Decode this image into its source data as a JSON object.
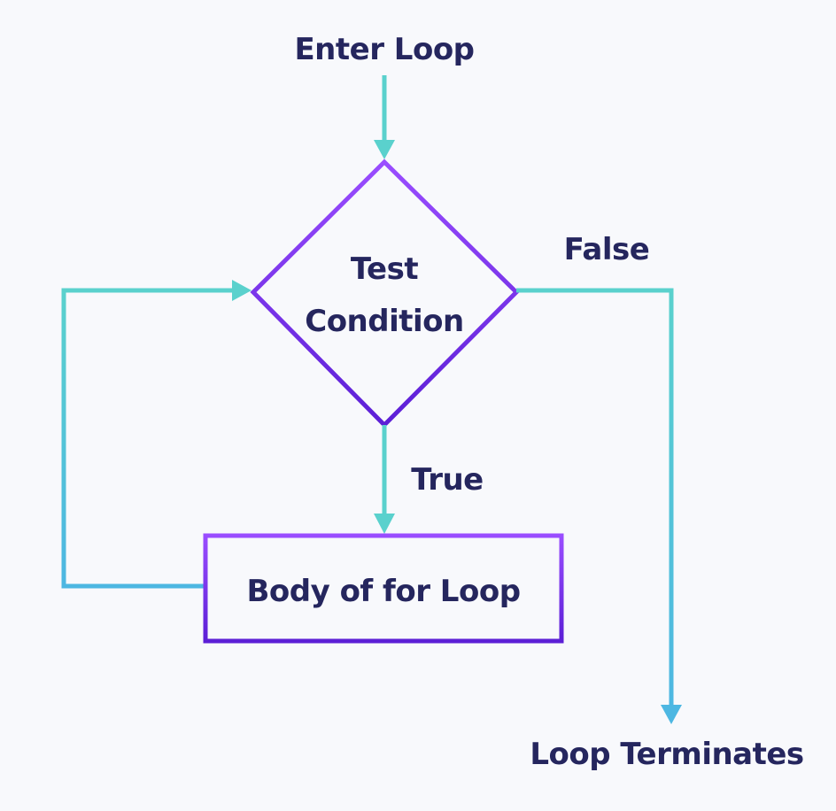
{
  "diagram": {
    "start_label": "Enter Loop",
    "decision_line1": "Test",
    "decision_line2": "Condition",
    "true_label": "True",
    "false_label": "False",
    "body_label": "Body of for Loop",
    "end_label": "Loop Terminates"
  },
  "colors": {
    "background": "#f8f9fc",
    "arrow": "#5ad1cd",
    "arrow_alt": "#4db7e2",
    "shape_stroke": "#7c3aed",
    "text": "#25265e"
  }
}
